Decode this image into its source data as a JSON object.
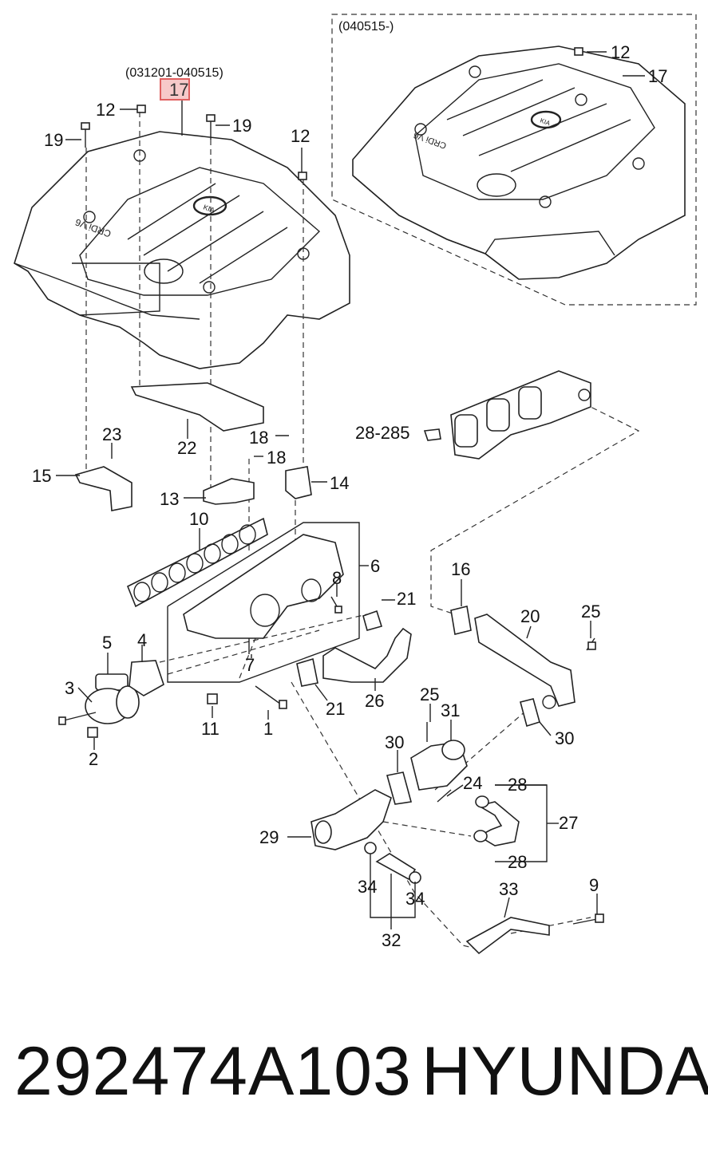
{
  "variants": {
    "early_date_range": "(031201-040515)",
    "late_date_range": "(040515-)"
  },
  "cover_text": {
    "emblem": "KIA",
    "badge": "CRDi V6"
  },
  "callouts": {
    "c1": "1",
    "c2": "2",
    "c3": "3",
    "c4": "4",
    "c5": "5",
    "c6": "6",
    "c7": "7",
    "c8": "8",
    "c9": "9",
    "c10": "10",
    "c11": "11",
    "c12a": "12",
    "c12b": "12",
    "c12c": "12",
    "c13": "13",
    "c14": "14",
    "c15": "15",
    "c16": "16",
    "c17_highlight": "17",
    "c17b": "17",
    "c18a": "18",
    "c18b": "18",
    "c19a": "19",
    "c19b": "19",
    "c20": "20",
    "c21a": "21",
    "c21b": "21",
    "c22": "22",
    "c23": "23",
    "c24": "24",
    "c25a": "25",
    "c25b": "25",
    "c26": "26",
    "c27": "27",
    "c28a": "28",
    "c28b": "28",
    "c28_285": "28-285",
    "c29": "29",
    "c30a": "30",
    "c30b": "30",
    "c31": "31",
    "c32": "32",
    "c33": "33",
    "c34a": "34",
    "c34b": "34"
  },
  "footer": {
    "part_number": "292474A103",
    "brand": "HYUNDAI"
  },
  "highlighted_part": "17"
}
